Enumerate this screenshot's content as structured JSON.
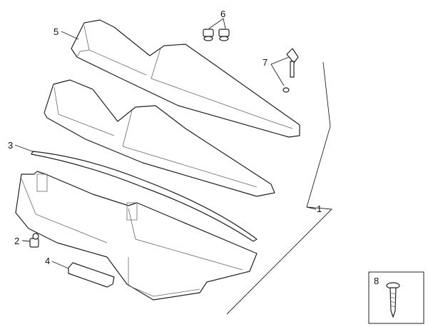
{
  "diagram": {
    "callouts": [
      {
        "number": "1",
        "part": "instrument-assembly"
      },
      {
        "number": "2",
        "part": "bulb-holder"
      },
      {
        "number": "3",
        "part": "gasket"
      },
      {
        "number": "4",
        "part": "connector-cover"
      },
      {
        "number": "5",
        "part": "upper-cover"
      },
      {
        "number": "6",
        "part": "screws"
      },
      {
        "number": "7",
        "part": "knob"
      },
      {
        "number": "8",
        "part": "self-tapping-screw"
      }
    ]
  }
}
